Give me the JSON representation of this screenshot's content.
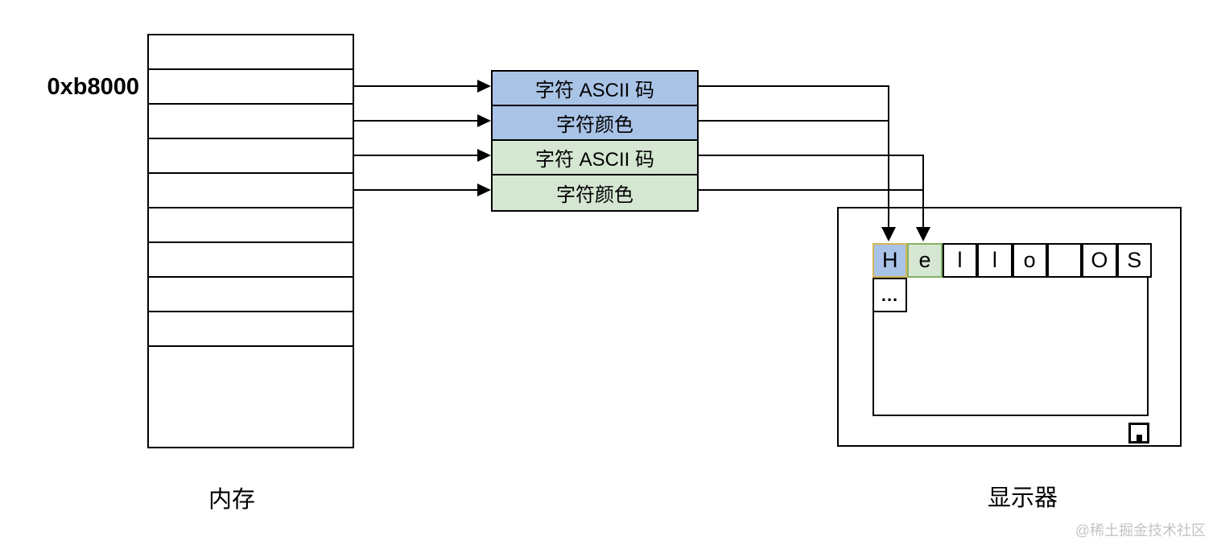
{
  "labels": {
    "memory_address": "0xb8000",
    "memory_caption": "内存",
    "display_caption": "显示器"
  },
  "memory": {
    "visible_rows": 10
  },
  "middle_boxes": [
    {
      "label": "字符 ASCII 码",
      "fill": "blue"
    },
    {
      "label": "字符颜色",
      "fill": "blue"
    },
    {
      "label": "字符 ASCII 码",
      "fill": "green"
    },
    {
      "label": "字符颜色",
      "fill": "green"
    }
  ],
  "display": {
    "cells": [
      {
        "char": "H",
        "highlight": "blue"
      },
      {
        "char": "e",
        "highlight": "green"
      },
      {
        "char": "l",
        "highlight": null
      },
      {
        "char": "l",
        "highlight": null
      },
      {
        "char": "o",
        "highlight": null
      },
      {
        "char": "",
        "highlight": null
      },
      {
        "char": "O",
        "highlight": null
      },
      {
        "char": "S",
        "highlight": null
      }
    ],
    "overflow_cell": "..."
  },
  "watermark": "@稀土掘金技术社区",
  "colors": {
    "box_blue": "#a9c3e6",
    "box_green": "#d5e7d2",
    "highlight_blue_border": "#d6b656",
    "highlight_green_border": "#82b366",
    "line": "#000000",
    "watermark_gray": "#c4c4c4"
  }
}
